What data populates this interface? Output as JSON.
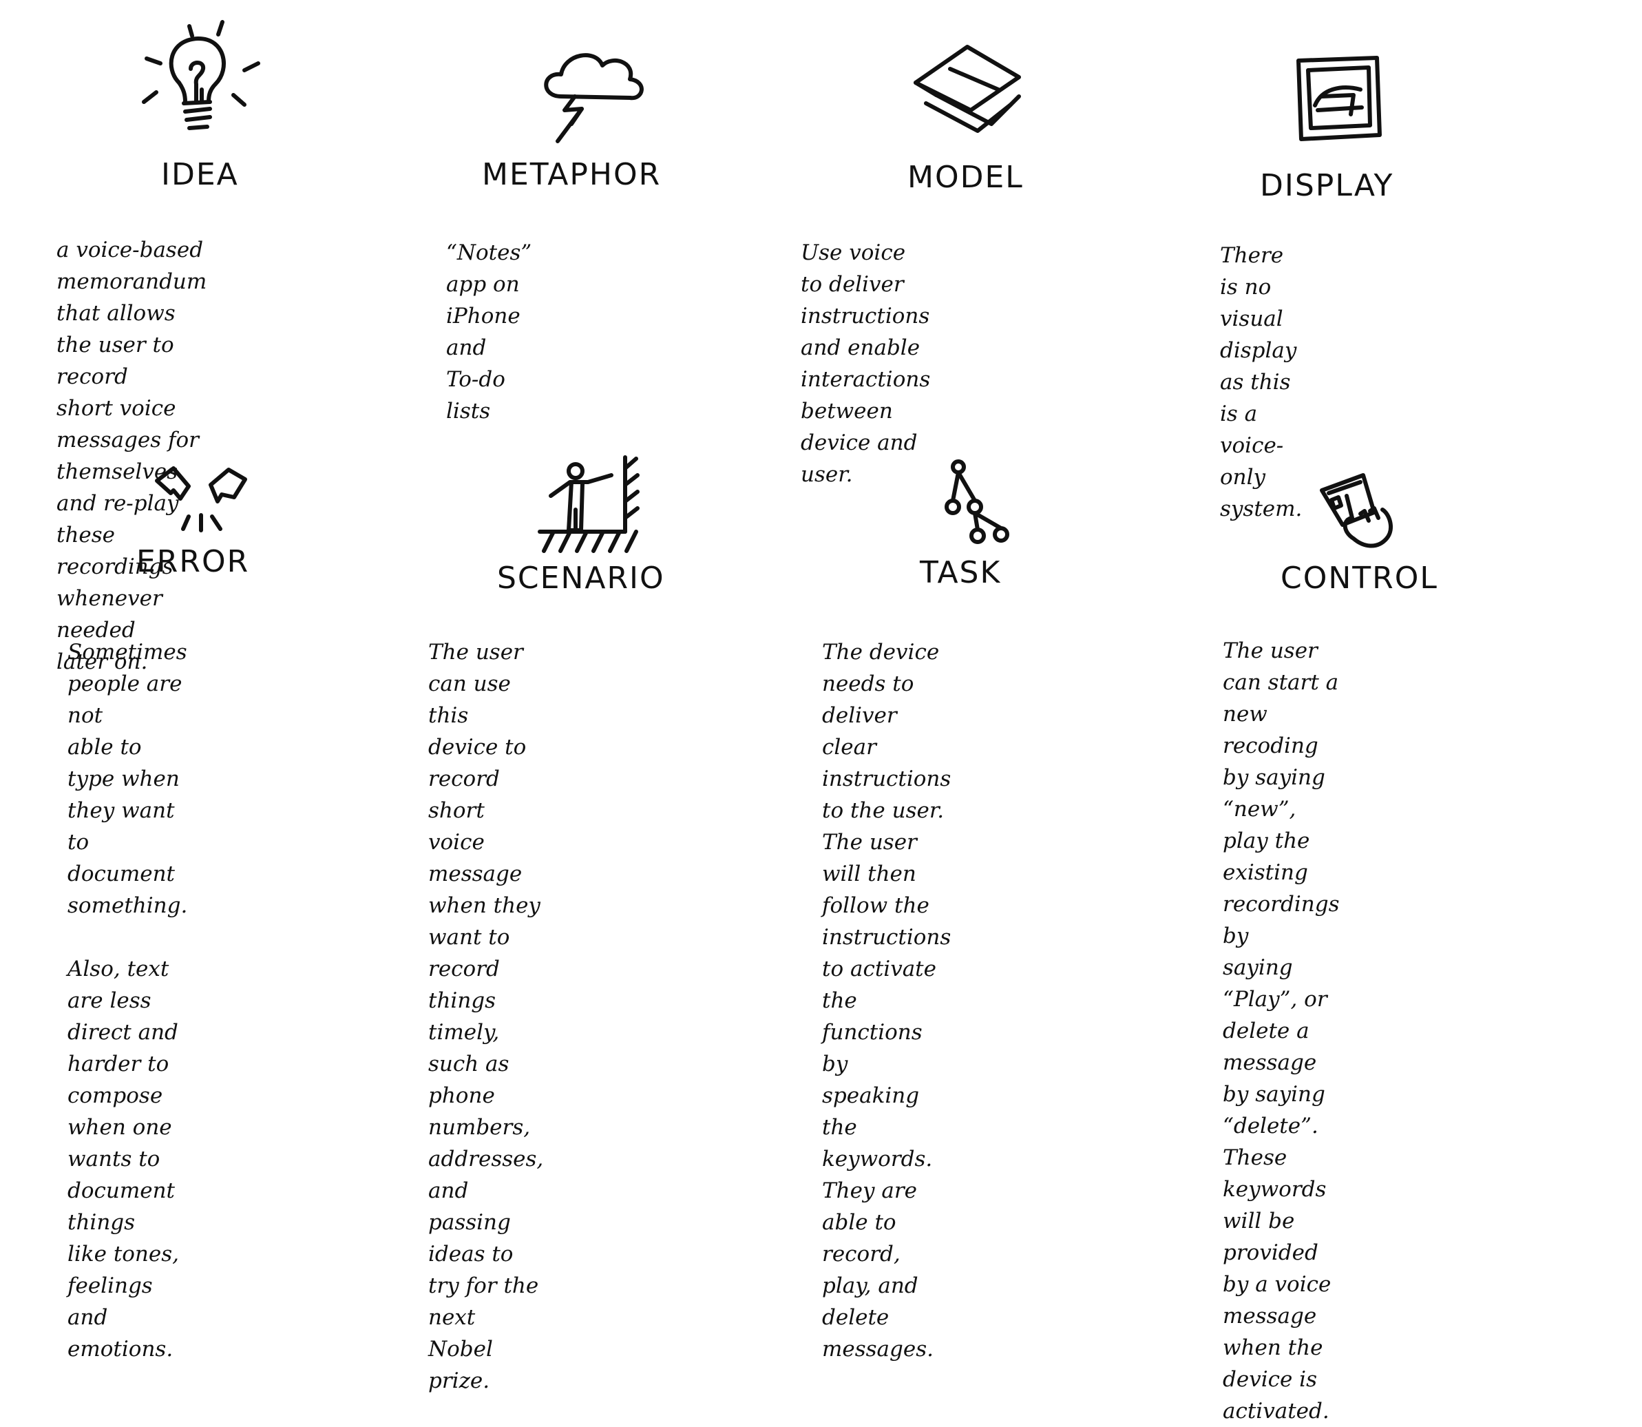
{
  "cards": {
    "idea": {
      "icon": "lightbulb-icon",
      "title": "IDEA",
      "text": "a voice-based memorandum\nthat allows the user to record\nshort voice messages for\nthemselves and re-play these\nrecordings  whenever needed\nlater on."
    },
    "metaphor": {
      "icon": "storm-cloud-icon",
      "title": "METAPHOR",
      "text": "“Notes” app on iPhone and\nTo-do lists"
    },
    "model": {
      "icon": "stacked-layers-icon",
      "title": "MODEL",
      "text": "Use voice to deliver instructions\nand enable interactions between\ndevice and user."
    },
    "display": {
      "icon": "monitor-icon",
      "title": "DISPLAY",
      "text": "There is no visual display\nas this is a voice-only\nsystem."
    },
    "error": {
      "icon": "broken-link-icon",
      "title": "ERROR",
      "text_1": "Sometimes people are not\nable to type when they want\nto document something.",
      "text_2": "Also, text are less direct and\nharder to compose when one\nwants to document things\nlike tones, feelings and\nemotions."
    },
    "scenario": {
      "icon": "person-wall-icon",
      "title": "SCENARIO",
      "text": "The user can use this device to\nrecord short voice message\nwhen they want to record\nthings timely, such as phone\nnumbers, addresses, and\npassing ideas to try for the\nnext Nobel prize."
    },
    "task": {
      "icon": "task-tree-icon",
      "title": "TASK",
      "text": "The device needs to deliver\nclear instructions to the user.\nThe user will then follow the\ninstructions to activate the\nfunctions by speaking the\nkeywords. They are able to\nrecord, play, and delete\nmessages."
    },
    "control": {
      "icon": "hand-pointer-icon",
      "title": "CONTROL",
      "text": "The user can start a new\nrecoding by saying “new”,\nplay the existing recordings by\nsaying “Play”, or delete a\nmessage by saying “delete”.\nThese keywords will be provided\nby a voice message when the\ndevice is activated."
    }
  }
}
